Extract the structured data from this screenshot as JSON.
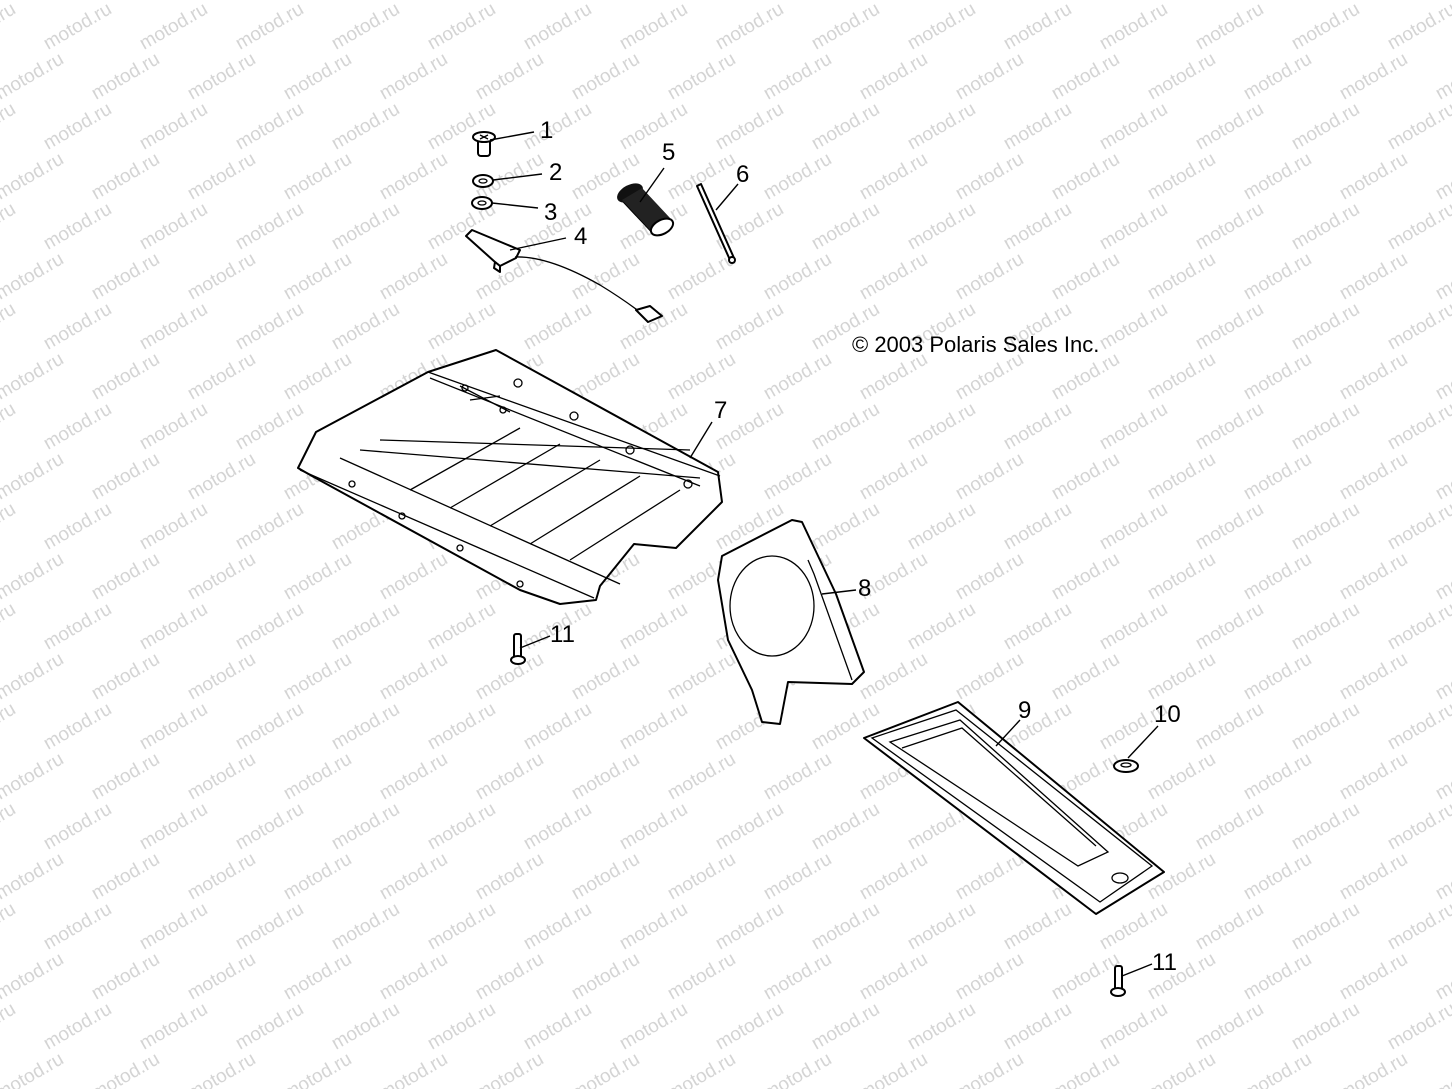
{
  "watermark": "motod.ru",
  "copyright": "© 2003 Polaris Sales Inc.",
  "callouts": [
    {
      "id": "1",
      "label": "1"
    },
    {
      "id": "2",
      "label": "2"
    },
    {
      "id": "3",
      "label": "3"
    },
    {
      "id": "4",
      "label": "4"
    },
    {
      "id": "5",
      "label": "5"
    },
    {
      "id": "6",
      "label": "6"
    },
    {
      "id": "7",
      "label": "7"
    },
    {
      "id": "8",
      "label": "8"
    },
    {
      "id": "9",
      "label": "9"
    },
    {
      "id": "10",
      "label": "10"
    },
    {
      "id": "11a",
      "label": "11"
    },
    {
      "id": "11b",
      "label": "11"
    }
  ]
}
